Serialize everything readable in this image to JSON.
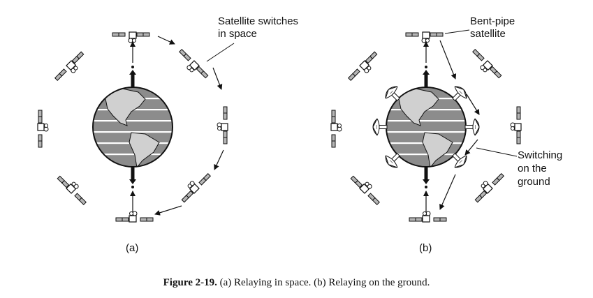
{
  "panel_a": {
    "label": "(a)",
    "annotation_line1": "Satellite switches",
    "annotation_line2": "in space"
  },
  "panel_b": {
    "label": "(b)",
    "annotation_top_line1": "Bent-pipe",
    "annotation_top_line2": "satellite",
    "annotation_side_line1": "Switching",
    "annotation_side_line2": "on the",
    "annotation_side_line3": "ground"
  },
  "caption": {
    "number": "Figure 2-19.",
    "text": "(a) Relaying in space. (b) Relaying on the ground."
  },
  "colors": {
    "ocean": "#8c8c8c",
    "land": "#d0d0d0",
    "panel": "#b5b5b5",
    "ink": "#111111"
  }
}
